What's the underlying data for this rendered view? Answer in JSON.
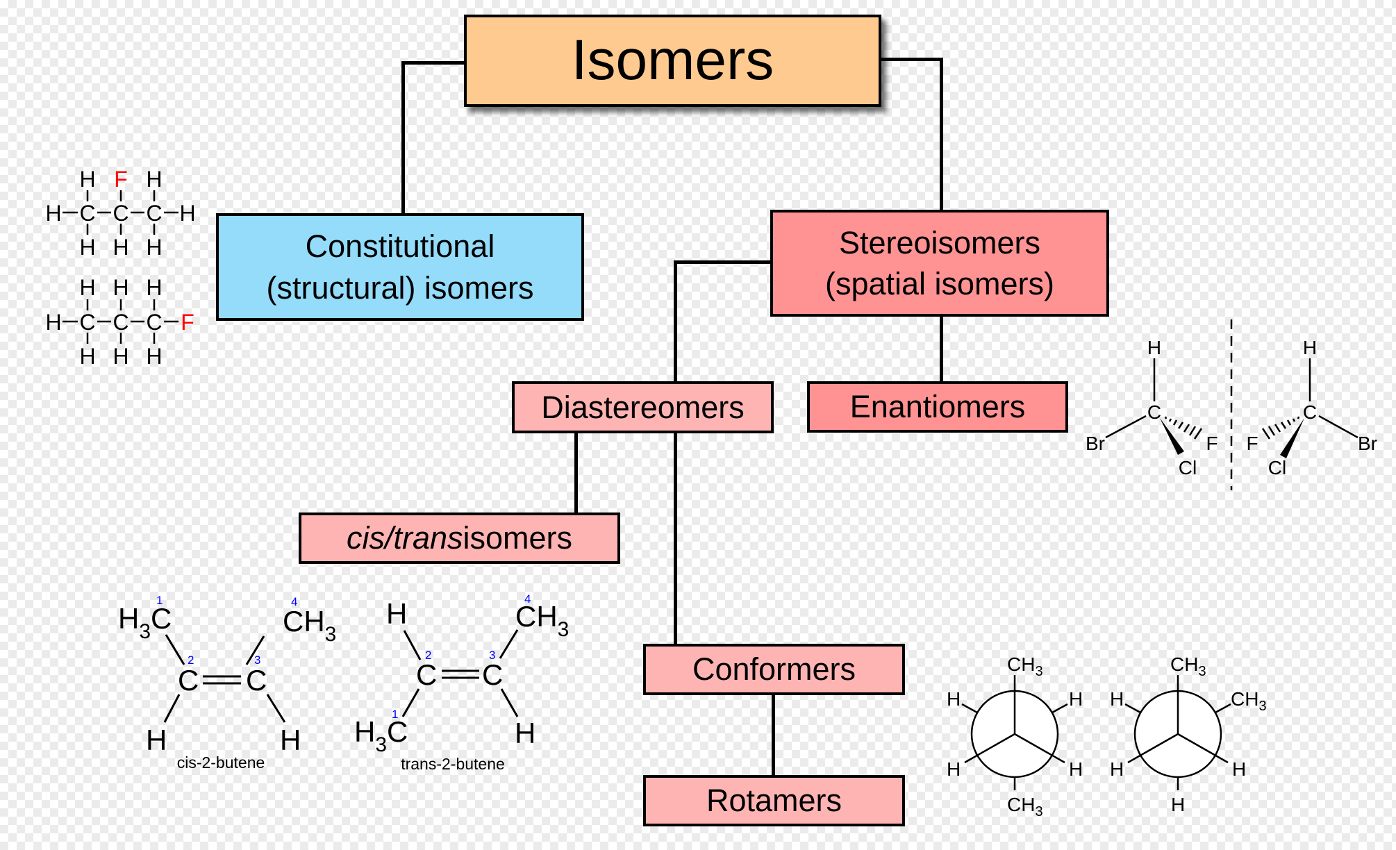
{
  "diagram": {
    "title": "Isomers",
    "nodes": {
      "isomers": {
        "label": "Isomers",
        "color": "#ffca90"
      },
      "constitutional": {
        "line1": "Constitutional",
        "line2": "(structural) isomers",
        "color": "#94dcfa"
      },
      "stereoisomers": {
        "line1": "Stereoisomers",
        "line2": "(spatial isomers)",
        "color": "#ff9393"
      },
      "diastereomers": {
        "label": "Diastereomers",
        "color": "#ffb4b4"
      },
      "enantiomers": {
        "label": "Enantiomers",
        "color": "#ff9393"
      },
      "cis_trans": {
        "italic": "cis/trans",
        "label": "isomers",
        "color": "#ffb4b4"
      },
      "conformers": {
        "label": "Conformers",
        "color": "#ffb4b4"
      },
      "rotamers": {
        "label": "Rotamers",
        "color": "#ffb4b4"
      }
    },
    "edges": [
      [
        "Isomers",
        "Constitutional (structural) isomers"
      ],
      [
        "Isomers",
        "Stereoisomers (spatial isomers)"
      ],
      [
        "Stereoisomers (spatial isomers)",
        "Diastereomers"
      ],
      [
        "Stereoisomers (spatial isomers)",
        "Enantiomers"
      ],
      [
        "Diastereomers",
        "cis/trans isomers"
      ],
      [
        "Diastereomers",
        "Conformers"
      ],
      [
        "Conformers",
        "Rotamers"
      ]
    ]
  },
  "illustrations": {
    "constitutional_examples": {
      "atoms": {
        "H": "H",
        "C": "C",
        "F": "F"
      },
      "halogen_color": "#ff0000"
    },
    "cis_butene": {
      "caption": "cis-2-butene",
      "h3c": "H",
      "sub3": "3",
      "c": "C",
      "ch": "CH",
      "h": "H",
      "num1": "1",
      "num2": "2",
      "num3": "3",
      "num4": "4",
      "number_color": "#0000ff"
    },
    "trans_butene": {
      "caption": "trans-2-butene",
      "num1": "1",
      "num2": "2",
      "num3": "3",
      "num4": "4"
    },
    "enantiomer_pair": {
      "atoms": {
        "H": "H",
        "C": "C",
        "Br": "Br",
        "F": "F",
        "Cl": "Cl"
      }
    },
    "newman_projections": {
      "left": {
        "top": "CH3",
        "bottom": "CH3",
        "upper_left": "H",
        "upper_right": "H",
        "lower_left": "H",
        "lower_right": "H"
      },
      "right": {
        "top": "CH3",
        "bottom": "H",
        "upper_left": "H",
        "upper_right": "CH3",
        "lower_left": "H",
        "lower_right": "H"
      }
    }
  }
}
